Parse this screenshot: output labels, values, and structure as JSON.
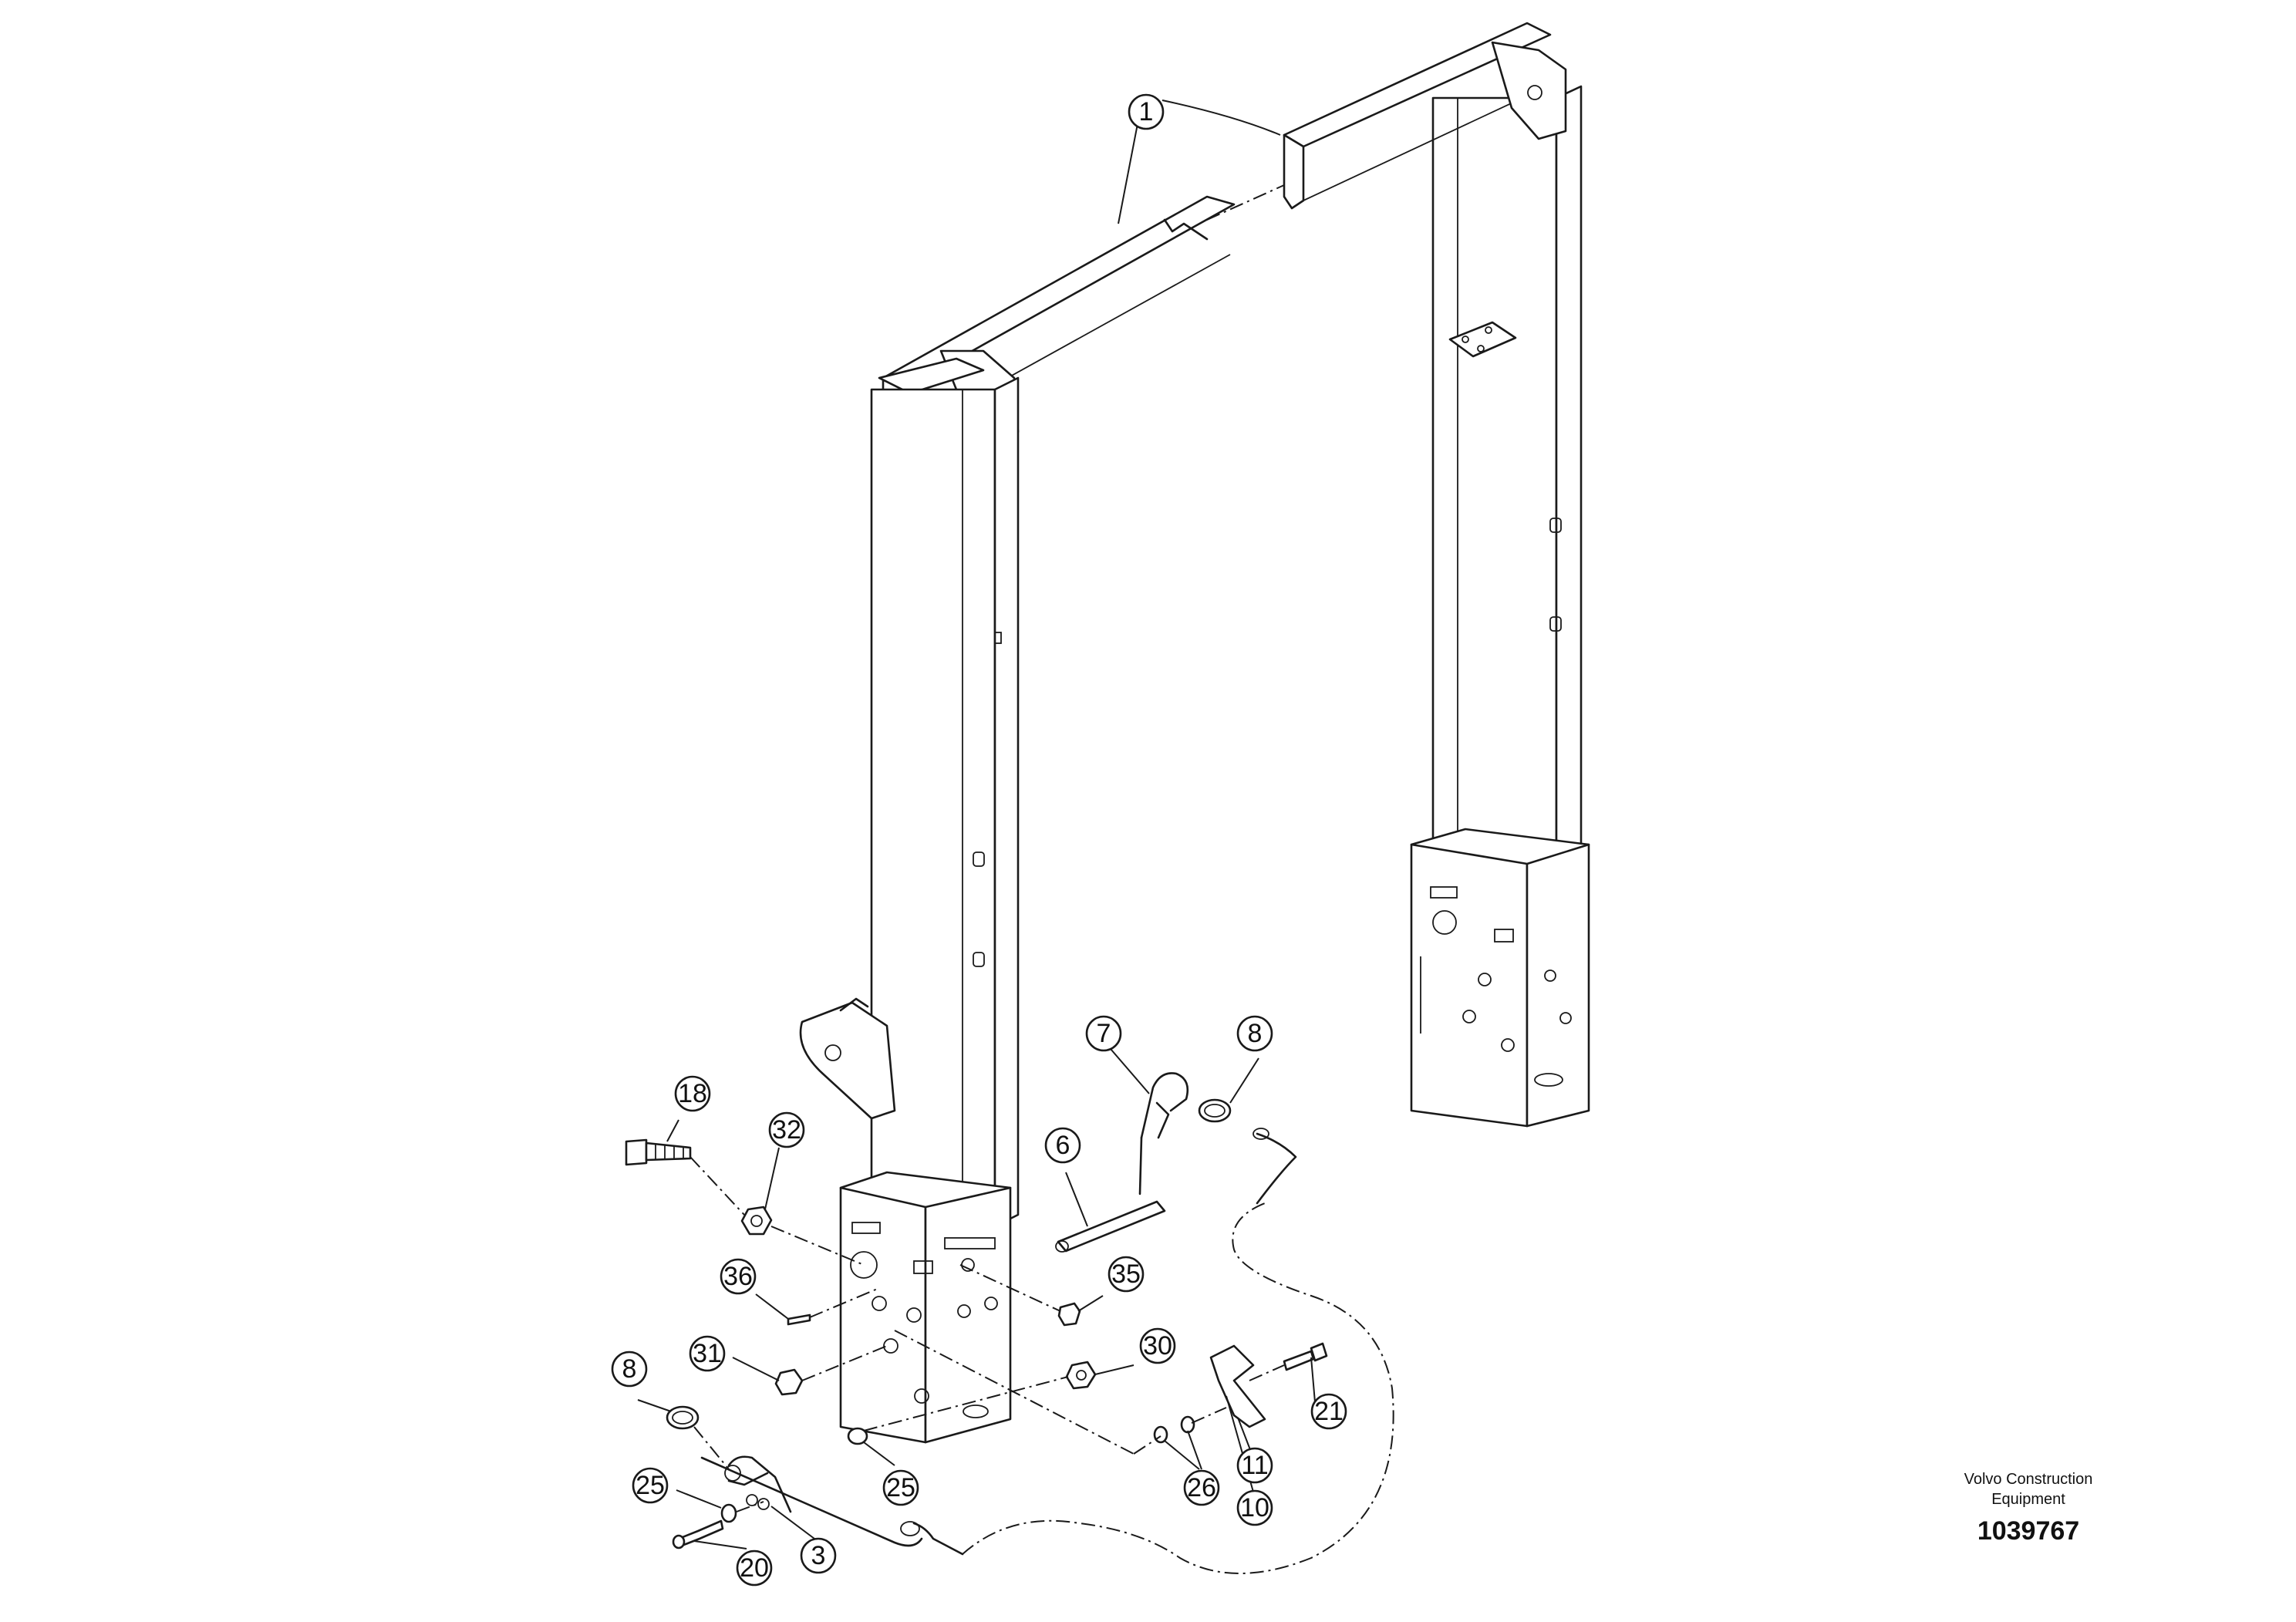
{
  "diagram": {
    "callouts": [
      {
        "id": "c1",
        "label": "1"
      },
      {
        "id": "c3",
        "label": "3"
      },
      {
        "id": "c6",
        "label": "6"
      },
      {
        "id": "c7",
        "label": "7"
      },
      {
        "id": "c8a",
        "label": "8"
      },
      {
        "id": "c8b",
        "label": "8"
      },
      {
        "id": "c10",
        "label": "10"
      },
      {
        "id": "c11",
        "label": "11"
      },
      {
        "id": "c18",
        "label": "18"
      },
      {
        "id": "c20",
        "label": "20"
      },
      {
        "id": "c21",
        "label": "21"
      },
      {
        "id": "c25a",
        "label": "25"
      },
      {
        "id": "c25b",
        "label": "25"
      },
      {
        "id": "c26",
        "label": "26"
      },
      {
        "id": "c30",
        "label": "30"
      },
      {
        "id": "c31",
        "label": "31"
      },
      {
        "id": "c32",
        "label": "32"
      },
      {
        "id": "c35",
        "label": "35"
      },
      {
        "id": "c36",
        "label": "36"
      }
    ],
    "brand_line1": "Volvo Construction",
    "brand_line2": "Equipment",
    "drawing_number": "1039767"
  }
}
